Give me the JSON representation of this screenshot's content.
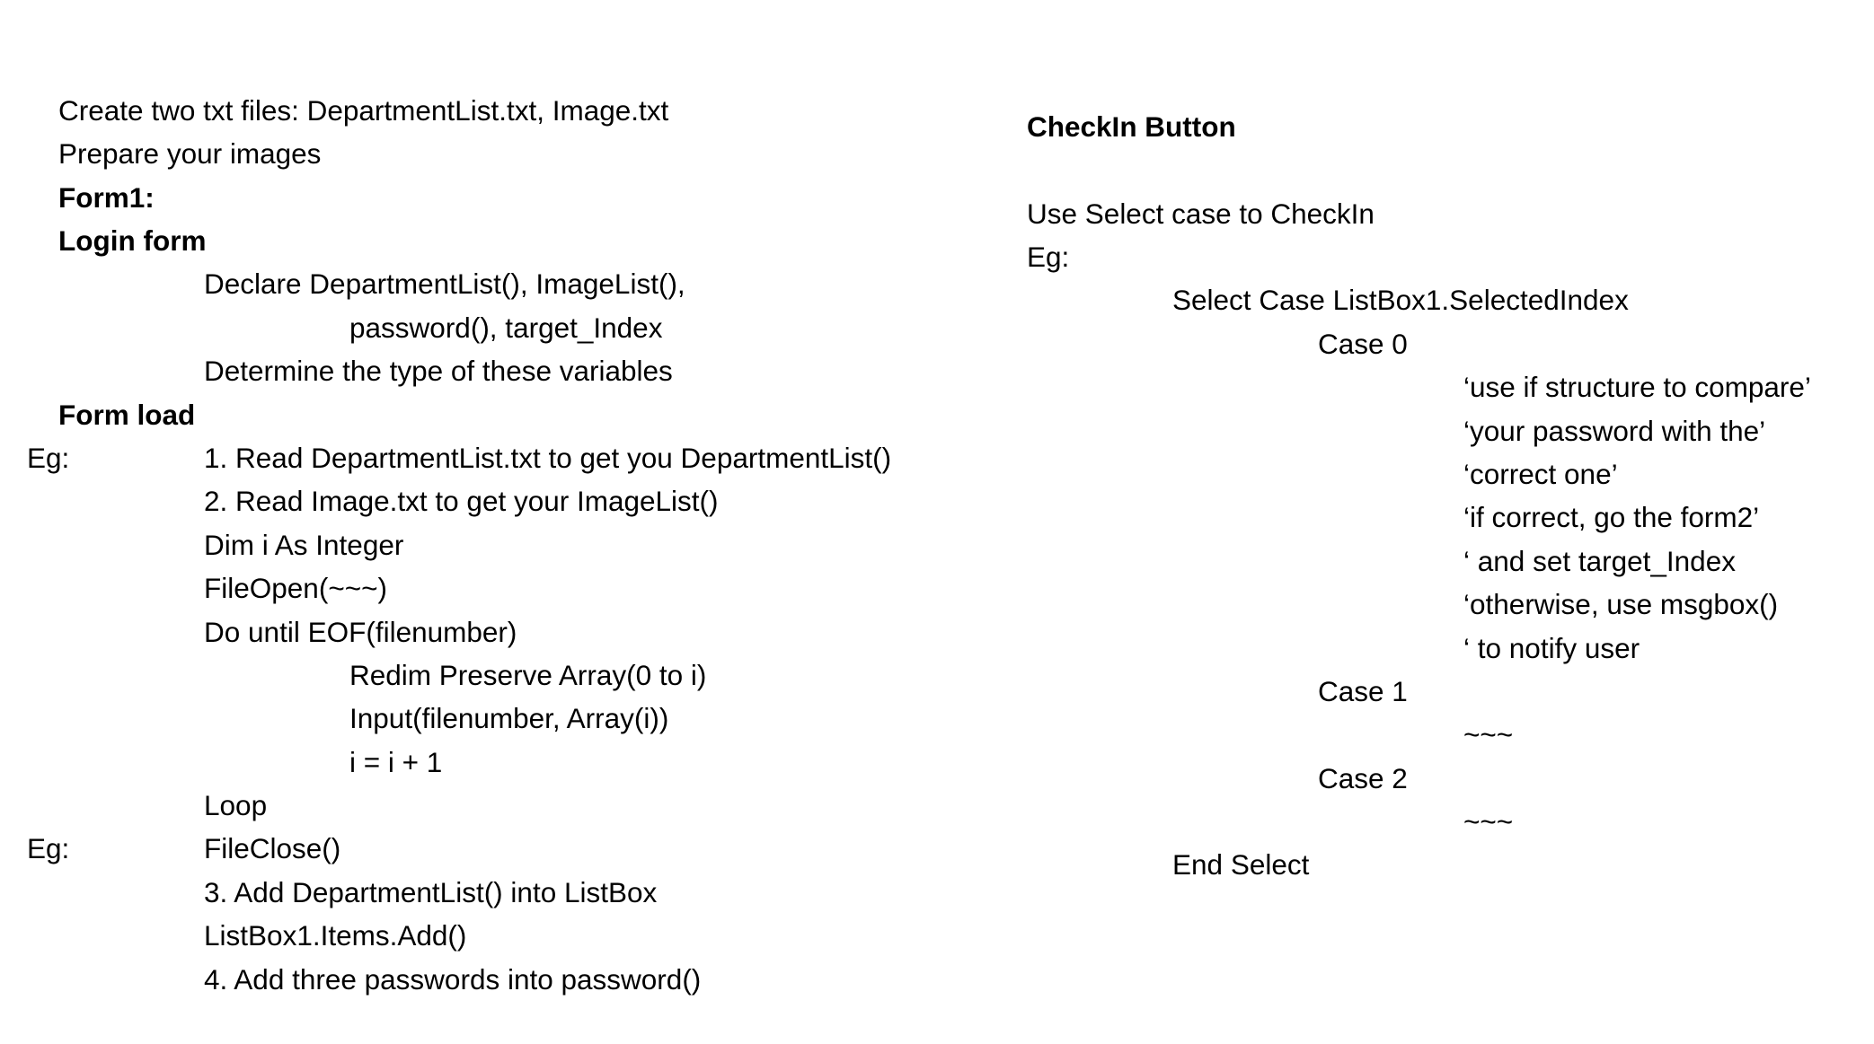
{
  "document": {
    "background": "#ffffff",
    "text_color": "#000000",
    "columns": {
      "left": {
        "lines": [
          {
            "text": "Create two txt files: DepartmentList.txt, Image.txt",
            "indent": 0,
            "bold": false
          },
          {
            "text": "Prepare your images",
            "indent": 0,
            "bold": false
          },
          {
            "text": "Form1:",
            "indent": 0,
            "bold": true
          },
          {
            "text": "Login form",
            "indent": 0,
            "bold": true
          },
          {
            "text": "Declare DepartmentList(), ImageList(),",
            "indent": 1,
            "bold": false
          },
          {
            "text": "password(), target_Index",
            "indent": 2,
            "bold": false
          },
          {
            "text": "Determine the type of these variables",
            "indent": 1,
            "bold": false
          },
          {
            "text": "Form load",
            "indent": 0,
            "bold": true
          },
          {
            "text": "1. Read DepartmentList.txt to get you DepartmentList()",
            "indent": 1,
            "bold": false
          },
          {
            "text": "2. Read Image.txt to get your ImageList()",
            "indent": 1,
            "bold": false
          },
          {
            "label": "Eg:",
            "text": "Dim i As Integer",
            "indent": 1,
            "bold": false
          },
          {
            "text": "FileOpen(~~~)",
            "indent": 1,
            "bold": false
          },
          {
            "text": "Do until EOF(filenumber)",
            "indent": 1,
            "bold": false
          },
          {
            "text": "Redim Preserve Array(0 to i)",
            "indent": 2,
            "bold": false
          },
          {
            "text": "Input(filenumber, Array(i))",
            "indent": 2,
            "bold": false
          },
          {
            "text": "i = i + 1",
            "indent": 2,
            "bold": false
          },
          {
            "text": "Loop",
            "indent": 1,
            "bold": false
          },
          {
            "text": "FileClose()",
            "indent": 1,
            "bold": false
          },
          {
            "text": "3. Add DepartmentList() into ListBox",
            "indent": 1,
            "bold": false
          },
          {
            "label": "Eg:",
            "text": "ListBox1.Items.Add()",
            "indent": 1,
            "bold": false
          },
          {
            "text": "4. Add three passwords into password()",
            "indent": 1,
            "bold": false
          }
        ]
      },
      "right": {
        "lines": [
          {
            "text": "CheckIn Button",
            "indent": 0,
            "bold": true
          },
          {
            "text": "",
            "indent": 0,
            "bold": false
          },
          {
            "text": "Use Select case to CheckIn",
            "indent": 0,
            "bold": false
          },
          {
            "text": "Eg:",
            "indent": 0,
            "bold": false
          },
          {
            "text": "Select Case ListBox1.SelectedIndex",
            "indent": 1,
            "bold": false
          },
          {
            "text": "Case 0",
            "indent": 2,
            "bold": false
          },
          {
            "text": "‘use if structure to compare’",
            "indent": 3,
            "bold": false
          },
          {
            "text": "‘your password with the’",
            "indent": 3,
            "bold": false
          },
          {
            "text": "‘correct one’",
            "indent": 3,
            "bold": false
          },
          {
            "text": "‘if correct, go the form2’",
            "indent": 3,
            "bold": false
          },
          {
            "text": "‘ and set target_Index",
            "indent": 3,
            "bold": false
          },
          {
            "text": "‘otherwise, use msgbox()",
            "indent": 3,
            "bold": false
          },
          {
            "text": "‘ to notify user",
            "indent": 3,
            "bold": false
          },
          {
            "text": "Case 1",
            "indent": 2,
            "bold": false
          },
          {
            "text": "~~~",
            "indent": 3,
            "bold": false
          },
          {
            "text": "Case 2",
            "indent": 2,
            "bold": false
          },
          {
            "text": "~~~",
            "indent": 3,
            "bold": false
          },
          {
            "text": "End Select",
            "indent": 1,
            "bold": false
          }
        ]
      }
    }
  }
}
